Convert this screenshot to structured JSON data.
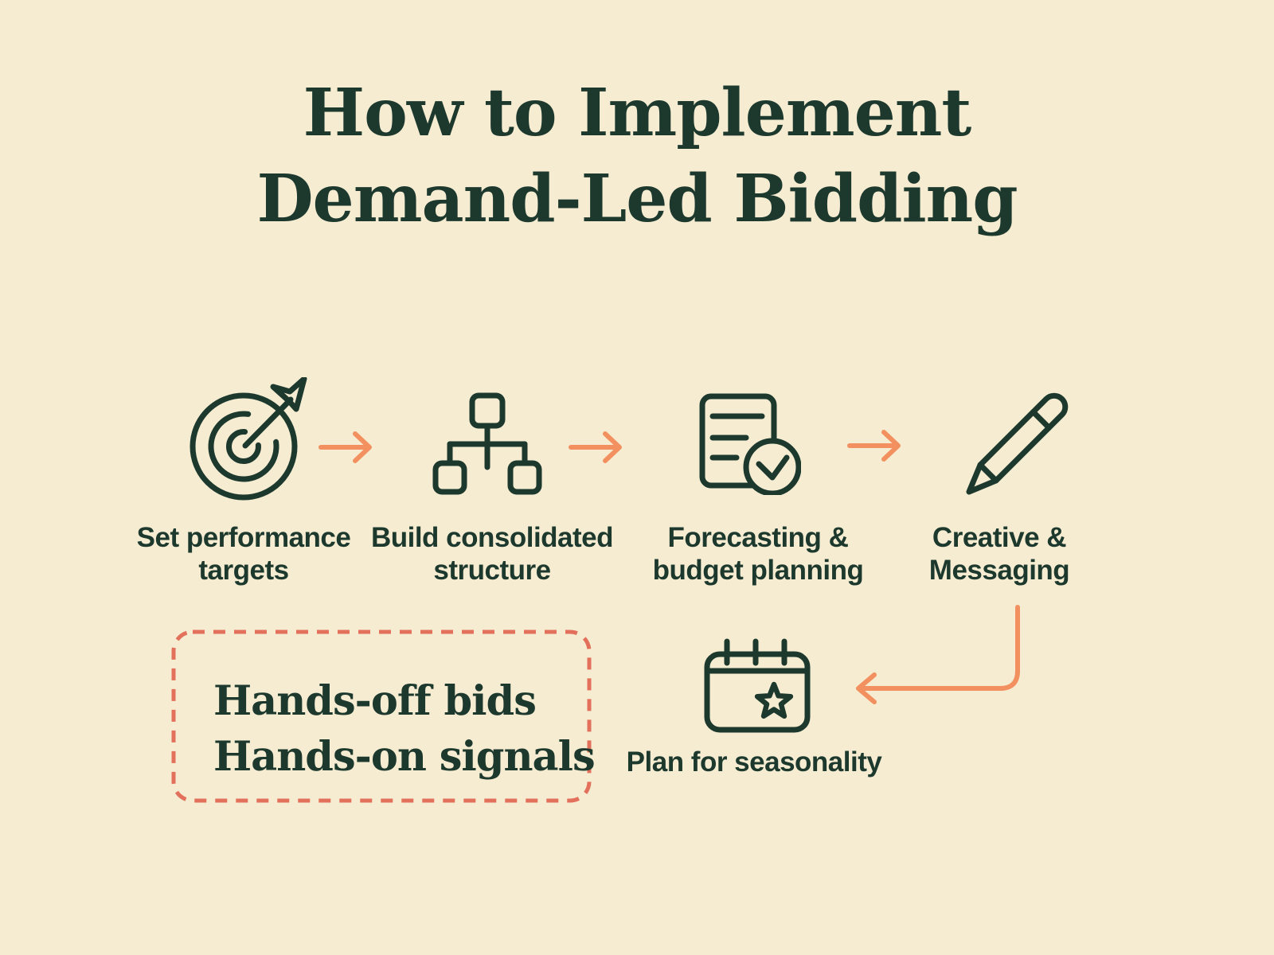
{
  "title": {
    "line1": "How to Implement",
    "line2": "Demand-Led Bidding"
  },
  "steps": [
    {
      "id": "set-performance-targets",
      "icon": "target-icon",
      "lines": [
        "Set performance",
        "targets"
      ]
    },
    {
      "id": "build-consolidated-structure",
      "icon": "org-structure-icon",
      "lines": [
        "Build consolidated",
        "structure"
      ]
    },
    {
      "id": "forecasting-budget-planning",
      "icon": "document-check-icon",
      "lines": [
        "Forecasting &",
        "budget planning"
      ]
    },
    {
      "id": "creative-messaging",
      "icon": "pencil-icon",
      "lines": [
        "Creative &",
        "Messaging"
      ]
    },
    {
      "id": "plan-for-seasonality",
      "icon": "calendar-star-icon",
      "lines": [
        "Plan for seasonality"
      ]
    }
  ],
  "callout": {
    "lines": [
      "Hands-off bids",
      "Hands-on signals"
    ]
  },
  "colors": {
    "background": "#f6ecd2",
    "ink": "#1d392e",
    "arrow_orange": "#f2905f",
    "callout_dash": "#e2705a"
  }
}
